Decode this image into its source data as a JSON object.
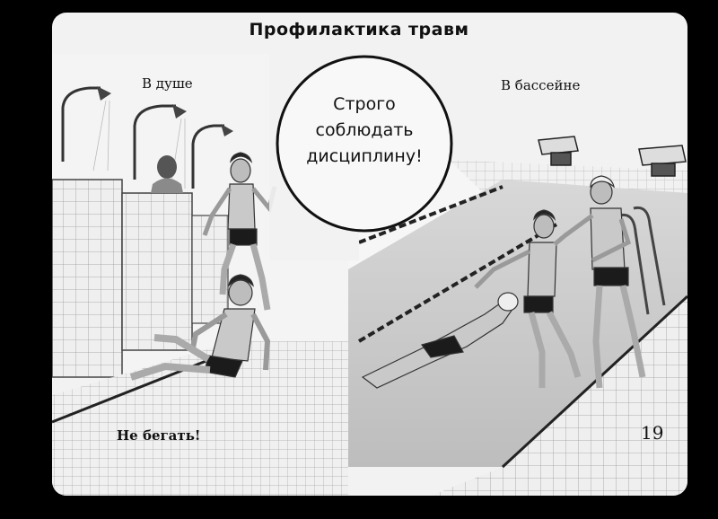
{
  "slide": {
    "title": "Профилактика травм",
    "shower_label": "В душе",
    "pool_label": "В бассейне",
    "warning_line1": "Строго",
    "warning_line2": "соблюдать",
    "warning_line3": "дисциплину!",
    "no_running": "Не бегать!",
    "page_number": "19"
  }
}
